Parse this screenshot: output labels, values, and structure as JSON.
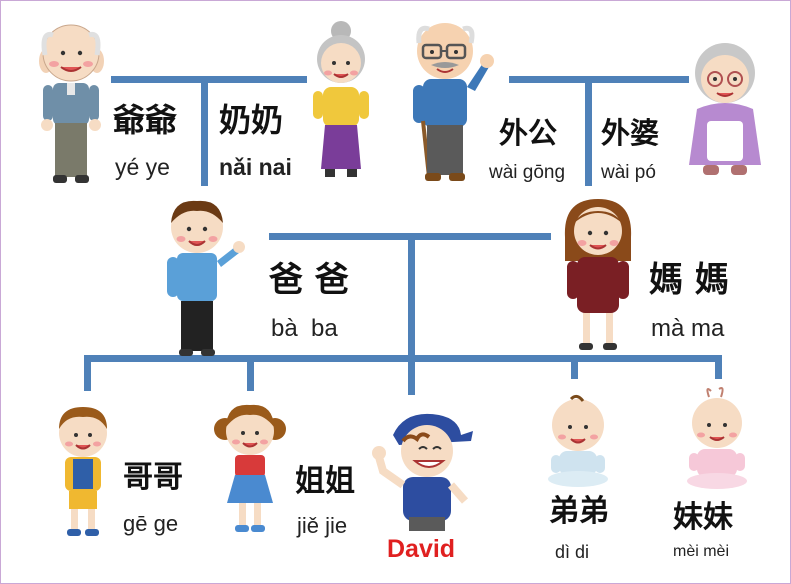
{
  "colors": {
    "connector": "#4f81b8",
    "border": "#c9a8d6",
    "highlight_name": "#e02020"
  },
  "members": {
    "grandpa_paternal": {
      "hanzi": "爺爺",
      "pinyin": "yé ye"
    },
    "grandma_paternal": {
      "hanzi": "奶奶",
      "pinyin": "nǎi nai"
    },
    "grandpa_maternal": {
      "hanzi": "外公",
      "pinyin": "wài gōng"
    },
    "grandma_maternal": {
      "hanzi": "外婆",
      "pinyin": "wài pó"
    },
    "father": {
      "hanzi": "爸 爸",
      "pinyin": "bà  ba"
    },
    "mother": {
      "hanzi": "媽 媽",
      "pinyin": "mà ma"
    },
    "older_brother": {
      "hanzi": "哥哥",
      "pinyin": "gē ge"
    },
    "older_sister": {
      "hanzi": "姐姐",
      "pinyin": "jiě jie"
    },
    "self": {
      "name": "David"
    },
    "younger_brother": {
      "hanzi": "弟弟",
      "pinyin": "dì di"
    },
    "younger_sister": {
      "hanzi": "妹妹",
      "pinyin": "mèi mèi"
    }
  },
  "icons": [
    "old-man-icon",
    "old-woman-icon",
    "grandpa-glasses-icon",
    "granny-glasses-icon",
    "man-icon",
    "woman-icon",
    "boy-icon",
    "girl-icon",
    "boy-cap-icon",
    "baby-boy-icon",
    "baby-girl-icon"
  ]
}
